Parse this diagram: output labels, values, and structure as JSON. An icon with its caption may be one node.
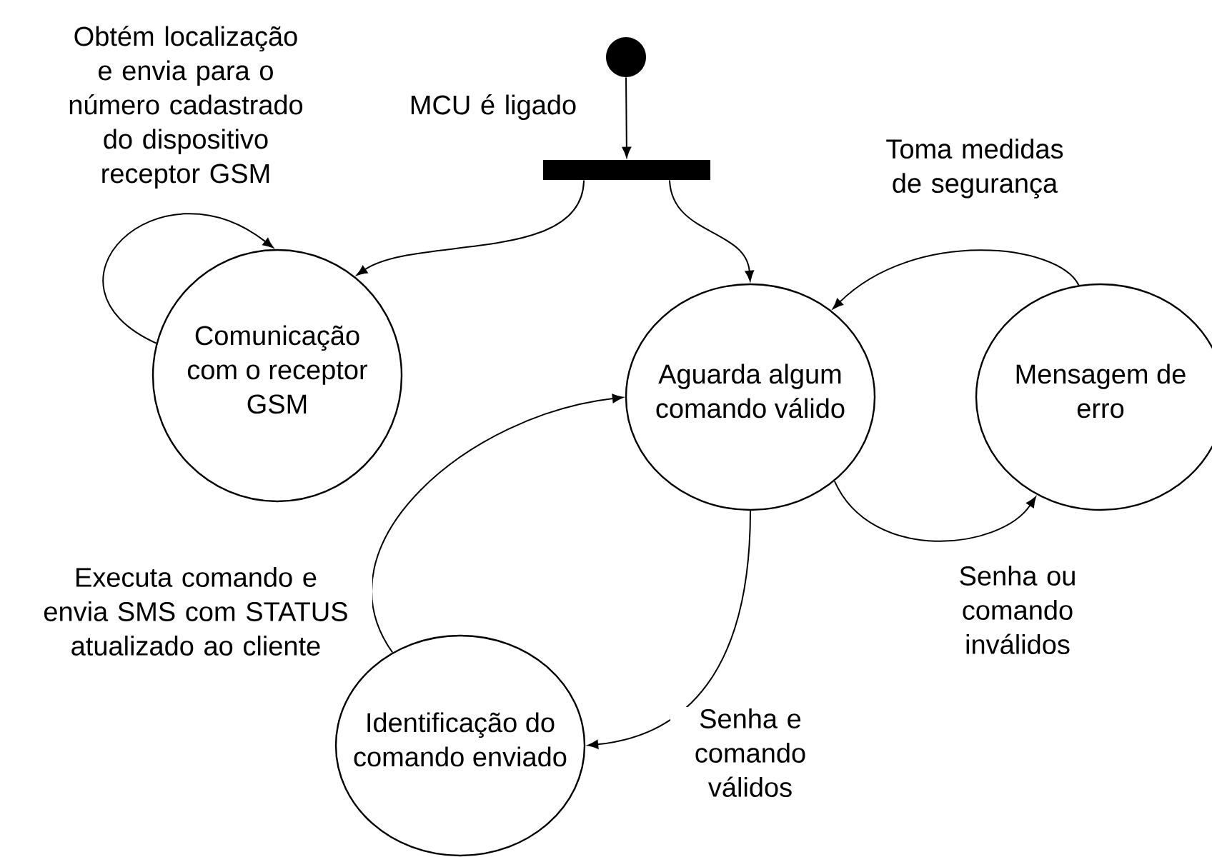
{
  "diagram": {
    "nodes": [
      {
        "text": [],
        "shape": "circle"
      },
      {
        "text": [],
        "shape": "bar"
      },
      {
        "text": [
          "Comunicação com o receptor GSM"
        ]
      },
      {
        "text": [
          "Aguarda algum comando válido"
        ]
      },
      {
        "text": [
          "Mensagem de erro"
        ]
      },
      {
        "text": [
          "Identificação do comando enviado"
        ]
      }
    ],
    "edges": [
      {
        "from": 0,
        "to": 1,
        "arrow": "to",
        "label": "MCU é ligado"
      },
      {
        "from": 1,
        "to": 2,
        "arrow": "to"
      },
      {
        "from": 1,
        "to": 3,
        "arrow": "to"
      },
      {
        "from": 2,
        "to": 2,
        "arrow": "to",
        "label": "Obtém localização e envia para o número cadastrado do dispositivo receptor GSM"
      },
      {
        "from": 4,
        "to": 3,
        "arrow": "to",
        "label": "Toma medidas de segurança"
      },
      {
        "from": 3,
        "to": 4,
        "arrow": "to",
        "label": "Senha ou comando inválidos"
      },
      {
        "from": 3,
        "to": 5,
        "arrow": "to",
        "label": "Senha e comando válidos"
      },
      {
        "from": 5,
        "to": 3,
        "arrow": "to",
        "label": "Executa comando e envia SMS com STATUS atualizado ao cliente"
      }
    ]
  }
}
